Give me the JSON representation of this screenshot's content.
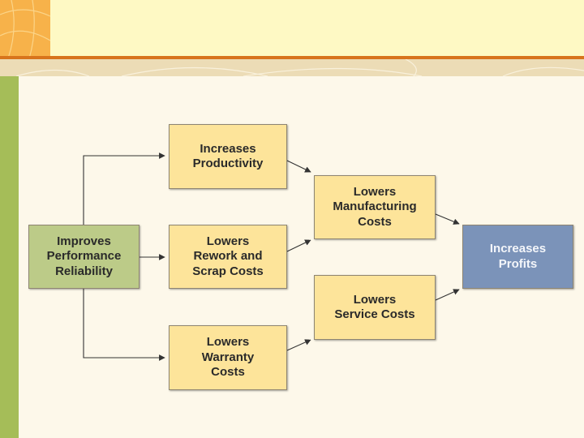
{
  "colors": {
    "header": "#fef9c4",
    "header_rule": "#d8741c",
    "corner_motif": "#f7b24a",
    "side_bar": "#a5bd58",
    "background": "#fdf8ea",
    "box_fill": "#fde49a",
    "root_fill": "#bccb88",
    "goal_fill": "#7b93b9",
    "arrow": "#333333"
  },
  "diagram": {
    "root": "Improves\nPerformance\nReliability",
    "productivity": "Increases\nProductivity",
    "rework": "Lowers\nRework and\nScrap Costs",
    "warranty": "Lowers\nWarranty\nCosts",
    "manufacturing": "Lowers\nManufacturing\nCosts",
    "service": "Lowers\nService Costs",
    "profits": "Increases\nProfits"
  }
}
